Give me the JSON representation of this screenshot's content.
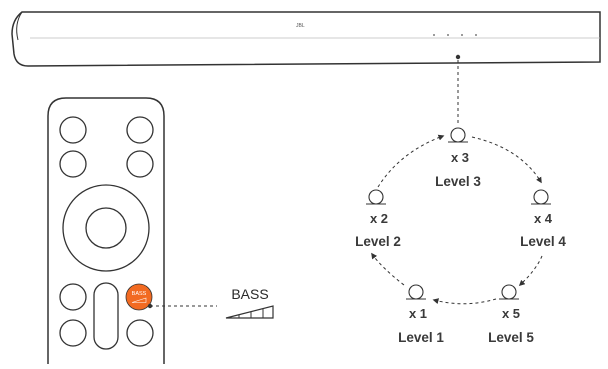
{
  "soundbar": {
    "brand": "JBL"
  },
  "remote": {
    "bass_button_label": "BASS"
  },
  "callout": {
    "label": "BASS"
  },
  "levels": [
    {
      "count": "x 1",
      "label": "Level 1"
    },
    {
      "count": "x 2",
      "label": "Level 2"
    },
    {
      "count": "x 3",
      "label": "Level 3"
    },
    {
      "count": "x 4",
      "label": "Level 4"
    },
    {
      "count": "x 5",
      "label": "Level 5"
    }
  ],
  "colors": {
    "bass_button": "#f26a21",
    "line": "#333333"
  }
}
